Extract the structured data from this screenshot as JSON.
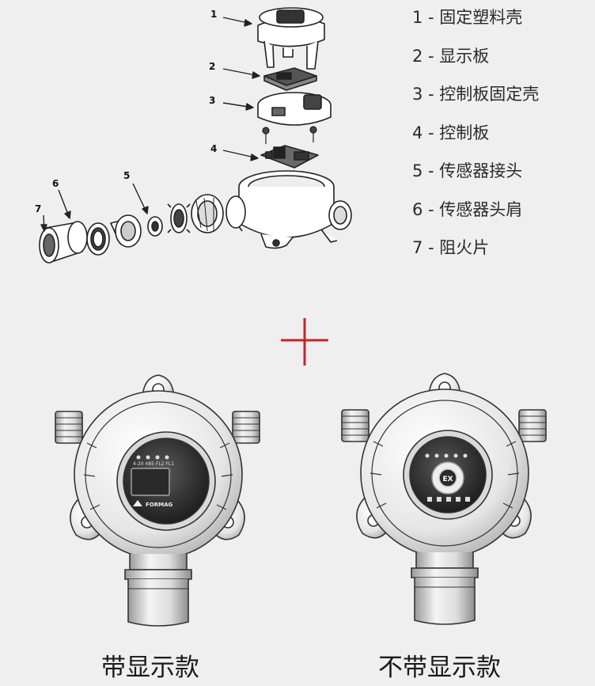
{
  "legend": [
    {
      "num": "1",
      "text": "1 - 固定塑料壳"
    },
    {
      "num": "2",
      "text": "2 - 显示板"
    },
    {
      "num": "3",
      "text": "3 - 控制板固定壳"
    },
    {
      "num": "4",
      "text": "4 - 控制板"
    },
    {
      "num": "5",
      "text": "5 - 传感器接头"
    },
    {
      "num": "6",
      "text": "6 - 传感器头肩"
    },
    {
      "num": "7",
      "text": "7 - 阻火片"
    }
  ],
  "callouts": [
    "1",
    "2",
    "3",
    "4",
    "5",
    "6",
    "7"
  ],
  "plus_color": "#c0262b",
  "left_device": {
    "caption": "带显示款",
    "indicator_labels": "4-20 485 FL2 FL1",
    "brand": "FORMAG"
  },
  "right_device": {
    "caption": "不带显示款",
    "badge": "EX"
  }
}
